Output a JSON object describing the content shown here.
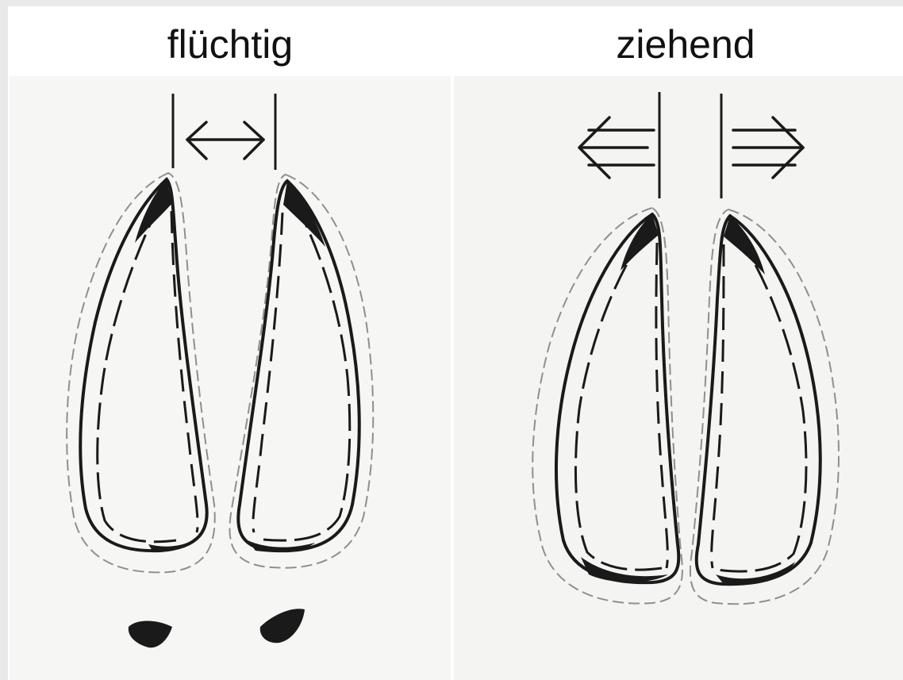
{
  "panels": [
    {
      "id": "left",
      "title": "flüchtig"
    },
    {
      "id": "right",
      "title": "ziehend"
    }
  ],
  "colors": {
    "ink": "#1a1a1a",
    "outline_gray": "#8f8f8f",
    "paper": "#f6f6f4",
    "background": "#e9e9e9"
  }
}
